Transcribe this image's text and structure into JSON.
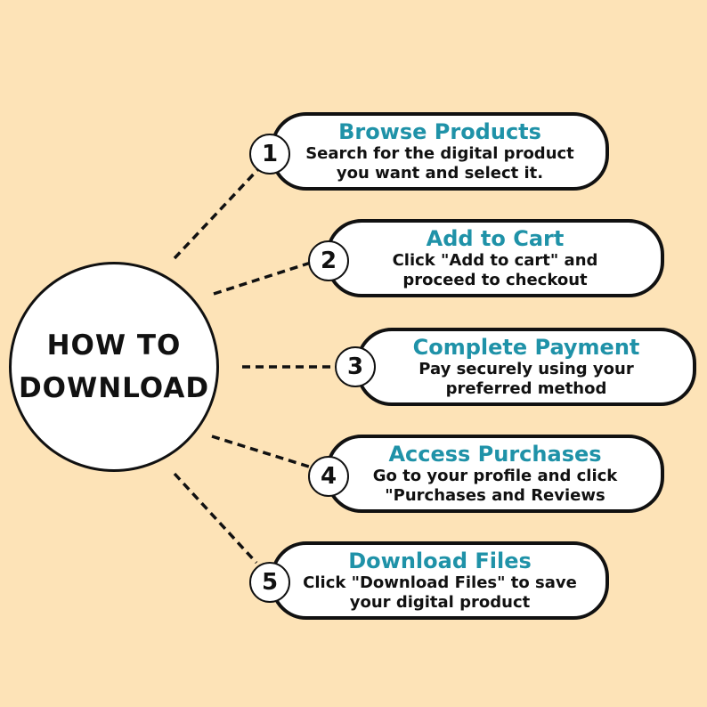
{
  "hub": {
    "line1": "HOW TO",
    "line2": "DOWNLOAD"
  },
  "steps": [
    {
      "num": "1",
      "title": "Browse Products",
      "desc1": "Search for the digital product",
      "desc2": "you want and select it."
    },
    {
      "num": "2",
      "title": "Add to Cart",
      "desc1": "Click \"Add to cart\" and",
      "desc2": "proceed to checkout"
    },
    {
      "num": "3",
      "title": "Complete Payment",
      "desc1": "Pay securely using your",
      "desc2": "preferred method"
    },
    {
      "num": "4",
      "title": "Access Purchases",
      "desc1": "Go to your profile and click",
      "desc2": "\"Purchases and Reviews"
    },
    {
      "num": "5",
      "title": "Download Files",
      "desc1": "Click \"Download Files\" to save",
      "desc2": "your digital product"
    }
  ],
  "colors": {
    "background": "#fde3b7",
    "title": "#1f92a8",
    "outline": "#111111"
  }
}
